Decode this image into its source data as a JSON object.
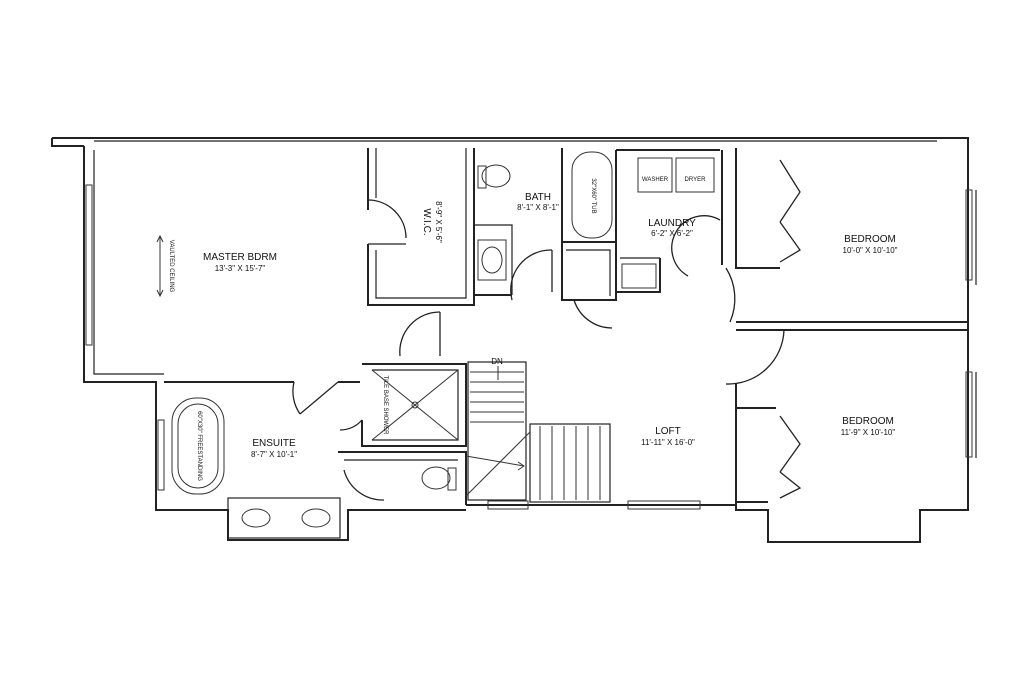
{
  "rooms": {
    "master": {
      "name": "MASTER BDRM",
      "dims": "13'-3\" X 15'-7\""
    },
    "wic": {
      "name": "W.I.C.",
      "dims": "8'-9\" X 5'-6\""
    },
    "bath": {
      "name": "BATH",
      "dims": "8'-1\" X 8'-1\""
    },
    "laundry": {
      "name": "LAUNDRY",
      "dims": "6'-2\" X 6'-2\""
    },
    "bedroom1": {
      "name": "BEDROOM",
      "dims": "10'-0\" X 10'-10\""
    },
    "bedroom2": {
      "name": "BEDROOM",
      "dims": "11'-9\" X 10'-10\""
    },
    "ensuite": {
      "name": "ENSUITE",
      "dims": "8'-7\" X 10'-1\""
    },
    "loft": {
      "name": "LOFT",
      "dims": "11'-11\" X 16'-0\""
    }
  },
  "annotations": {
    "vaulted": "VAULTED CEILING",
    "tub": "32\"X60\" TUB",
    "washer": "WASHER",
    "dryer": "DRYER",
    "shower": "TILE BASE SHOWER",
    "freestanding": "60\"X30\" FREESTANDING",
    "dn": "DN"
  }
}
